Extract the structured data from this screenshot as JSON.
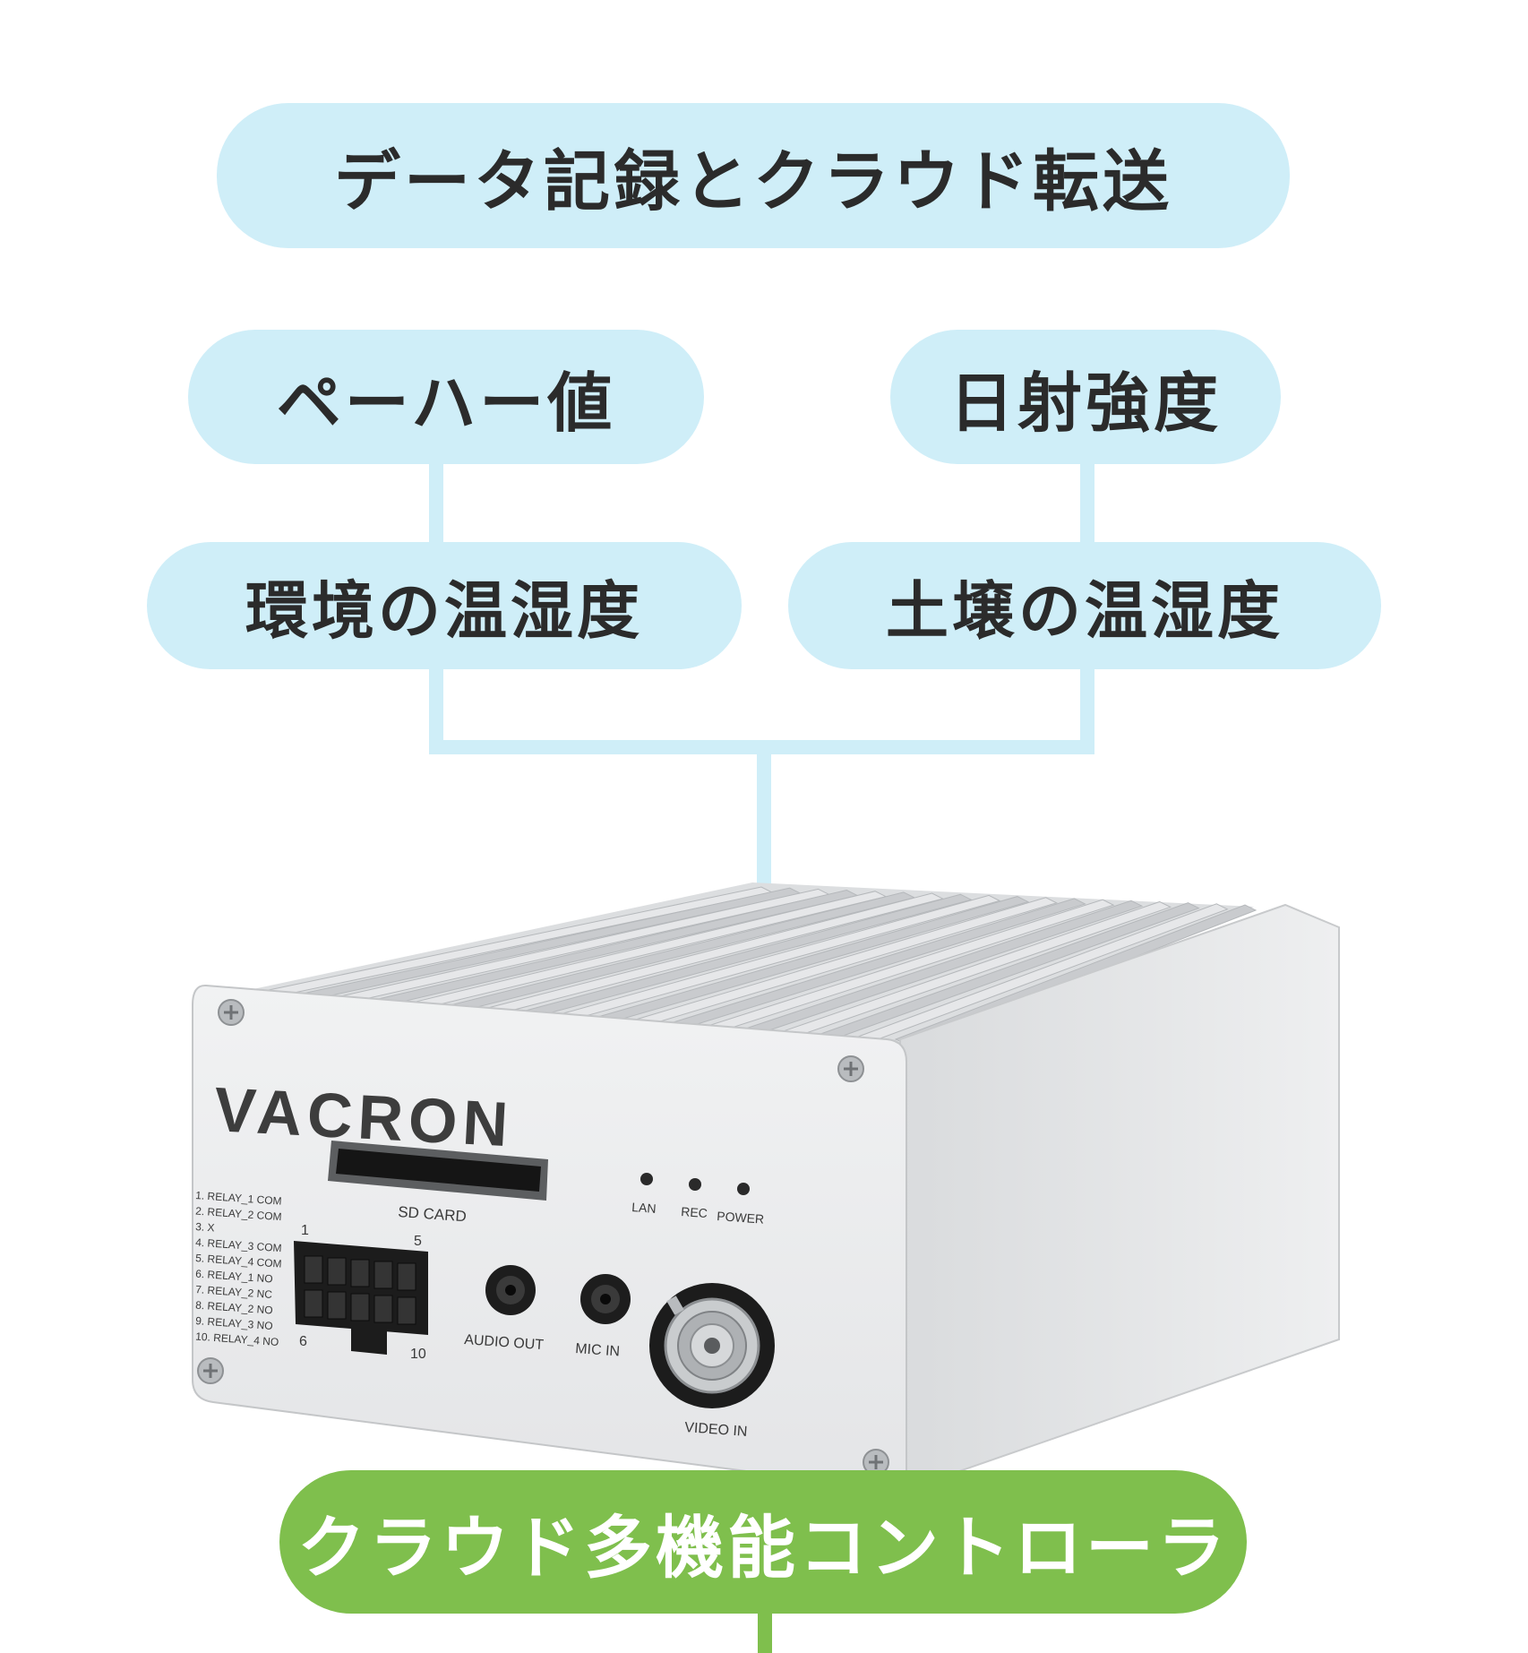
{
  "nodes": {
    "top": "データ記録とクラウド転送",
    "ph": "ペーハー値",
    "sun": "日射強度",
    "env": "環境の温湿度",
    "soil": "土壌の温湿度",
    "controller": "クラウド多機能コントローラ"
  },
  "device": {
    "brand": "VACRON",
    "sd_card": "SD CARD",
    "leds": [
      "LAN",
      "REC",
      "POWER"
    ],
    "pin_list": [
      "1. RELAY_1 COM",
      "2. RELAY_2 COM",
      "3. X",
      "4. RELAY_3 COM",
      "5. RELAY_4 COM",
      "6. RELAY_1 NO",
      "7. RELAY_2 NC",
      "8. RELAY_2 NO",
      "9. RELAY_3 NO",
      "10. RELAY_4 NO"
    ],
    "connector_nums": [
      "1",
      "5",
      "6",
      "10"
    ],
    "audio_out": "AUDIO OUT",
    "mic_in": "MIC IN",
    "video_in": "VIDEO IN"
  },
  "colors": {
    "pill_blue": "#cfeef8",
    "pill_green": "#7fbf4d",
    "text_dark": "#2b2b2b"
  }
}
